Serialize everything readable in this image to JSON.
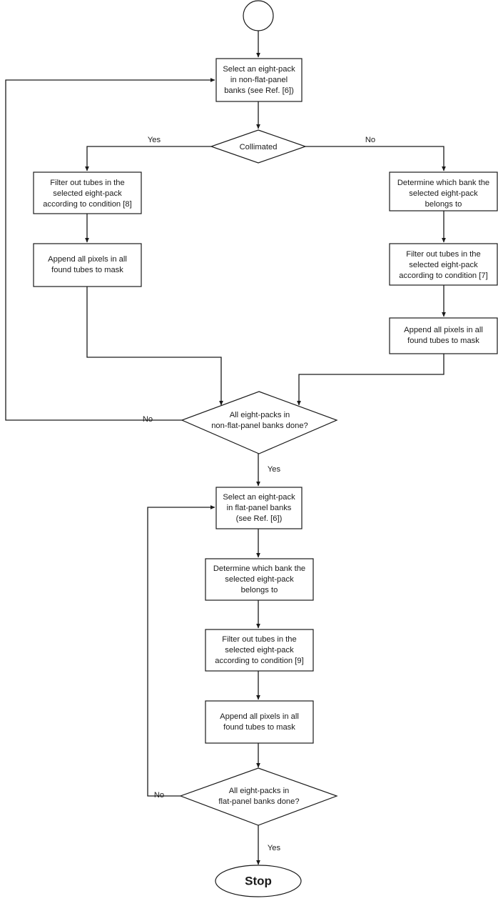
{
  "diagram": {
    "type": "flowchart",
    "title": "Eight-pack masking procedure flowchart",
    "orientation": "top-to-bottom",
    "background_color": "#ffffff",
    "line_color": "#1a1a1a",
    "shape_fill": "#ffffff",
    "nodes": {
      "start": {
        "shape": "circle",
        "label": ""
      },
      "select_nonflat": {
        "shape": "process",
        "line1": "Select an eight-pack",
        "line2": "in non-flat-panel",
        "line3": "banks (see Ref. [6])"
      },
      "collimated": {
        "shape": "decision",
        "line1": "Collimated"
      },
      "filter_cond8": {
        "shape": "process",
        "line1": "Filter out tubes in the",
        "line2": "selected eight-pack",
        "line3": "according to condition [8]"
      },
      "append_left": {
        "shape": "process",
        "line1": "Append all pixels in all",
        "line2": "found tubes to mask"
      },
      "determine_bank_right": {
        "shape": "process",
        "line1": "Determine which bank the",
        "line2": "selected eight-pack",
        "line3": "belongs to"
      },
      "filter_cond7": {
        "shape": "process",
        "line1": "Filter out tubes in the",
        "line2": "selected eight-pack",
        "line3": "according to condition [7]"
      },
      "append_right": {
        "shape": "process",
        "line1": "Append all pixels in all",
        "line2": "found tubes to mask"
      },
      "all_nonflat_done": {
        "shape": "decision",
        "line1": "All eight-packs in",
        "line2": "non-flat-panel banks done?"
      },
      "select_flat": {
        "shape": "process",
        "line1": "Select an eight-pack",
        "line2": "in flat-panel banks",
        "line3": "(see Ref. [6])"
      },
      "determine_bank_flat": {
        "shape": "process",
        "line1": "Determine which bank the",
        "line2": "selected eight-pack",
        "line3": "belongs to"
      },
      "filter_cond9": {
        "shape": "process",
        "line1": "Filter out tubes in the",
        "line2": "selected eight-pack",
        "line3": "according to condition [9]"
      },
      "append_flat": {
        "shape": "process",
        "line1": "Append all pixels in all",
        "line2": "found tubes to mask"
      },
      "all_flat_done": {
        "shape": "decision",
        "line1": "All eight-packs in",
        "line2": "flat-panel banks done?"
      },
      "stop": {
        "shape": "terminator",
        "label": "Stop"
      }
    },
    "edge_labels": {
      "collimated_yes": "Yes",
      "collimated_no": "No",
      "nonflat_done_no": "No",
      "nonflat_done_yes": "Yes",
      "flat_done_no": "No",
      "flat_done_yes": "Yes"
    }
  }
}
